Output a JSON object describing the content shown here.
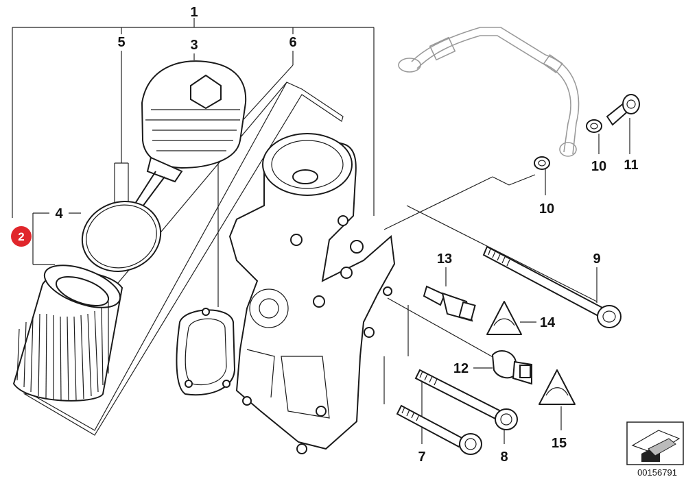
{
  "diagram": {
    "labels": {
      "p1": "1",
      "p2": "2",
      "p3": "3",
      "p4": "4",
      "p5": "5",
      "p6": "6",
      "p7": "7",
      "p8": "8",
      "p9": "9",
      "p10a": "10",
      "p10b": "10",
      "p11": "11",
      "p12": "12",
      "p13": "13",
      "p14": "14",
      "p15": "15"
    },
    "badge": {
      "text": "2",
      "color": "#e0262b"
    },
    "image_id": "00156791",
    "accent_color": "#e0262b"
  }
}
